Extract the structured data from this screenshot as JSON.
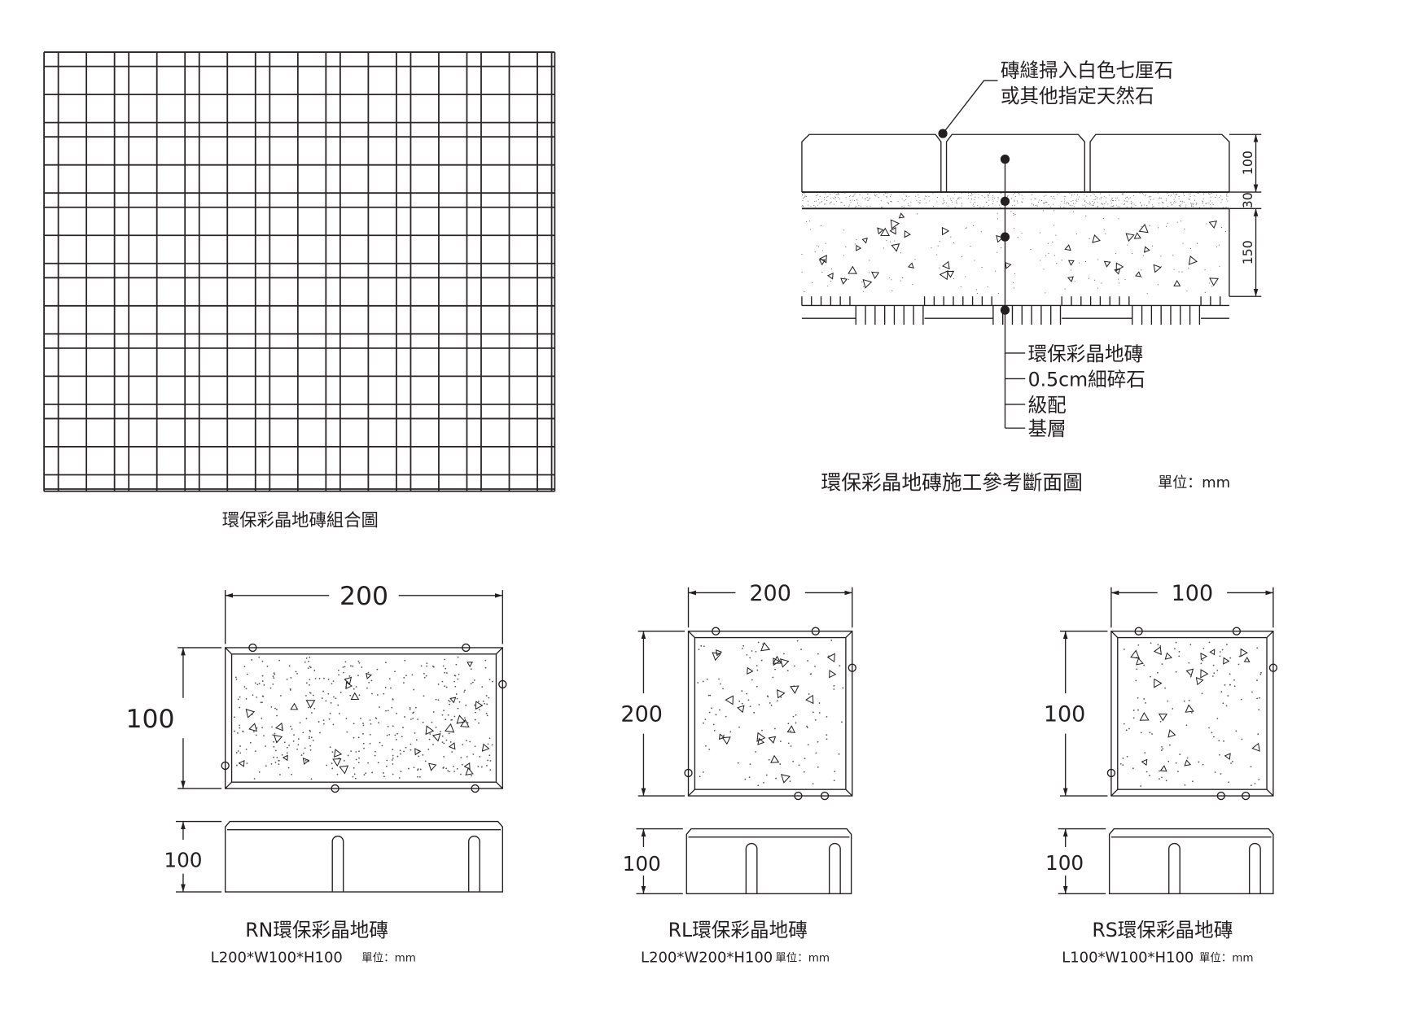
{
  "assembly": {
    "caption": "環保彩晶地磚組合圖"
  },
  "section": {
    "joint_note_line1": "磚縫掃入白色七厘石",
    "joint_note_line2": "或其他指定天然石",
    "layers": [
      "環保彩晶地磚",
      "0.5cm細碎石",
      "級配",
      "基層"
    ],
    "dims": [
      "100",
      "30",
      "150"
    ],
    "caption": "環保彩晶地磚施工參考斷面圖",
    "unit": "單位：mm"
  },
  "bricks": [
    {
      "name": "RN環保彩晶地磚",
      "spec": "L200*W100*H100",
      "unit": "單位：mm",
      "length": "200",
      "width": "100",
      "height": "100"
    },
    {
      "name": "RL環保彩晶地磚",
      "spec": "L200*W200*H100",
      "unit": "單位：mm",
      "length": "200",
      "width": "200",
      "height": "100"
    },
    {
      "name": "RS環保彩晶地磚",
      "spec": "L100*W100*H100",
      "unit": "單位：mm",
      "length": "100",
      "width": "100",
      "height": "100"
    }
  ],
  "colors": {
    "line": "#231f20"
  }
}
